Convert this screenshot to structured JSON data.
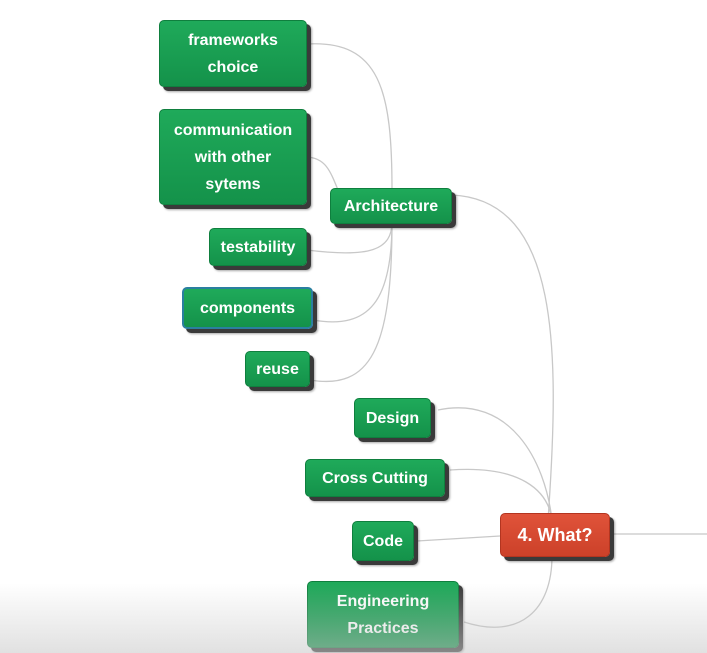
{
  "root": {
    "label": "4. What?"
  },
  "architecture": {
    "label": "Architecture",
    "children": [
      {
        "label": "frameworks\nchoice"
      },
      {
        "label": "communication\nwith other\nsytems"
      },
      {
        "label": "testability"
      },
      {
        "label": "components"
      },
      {
        "label": "reuse"
      }
    ]
  },
  "branches": [
    {
      "label": "Design"
    },
    {
      "label": "Cross Cutting"
    },
    {
      "label": "Code"
    },
    {
      "label": "Engineering\nPractices"
    }
  ],
  "colors": {
    "node_green": "#1a9e52",
    "root_red": "#d84a31",
    "link": "#c8c8c8"
  }
}
